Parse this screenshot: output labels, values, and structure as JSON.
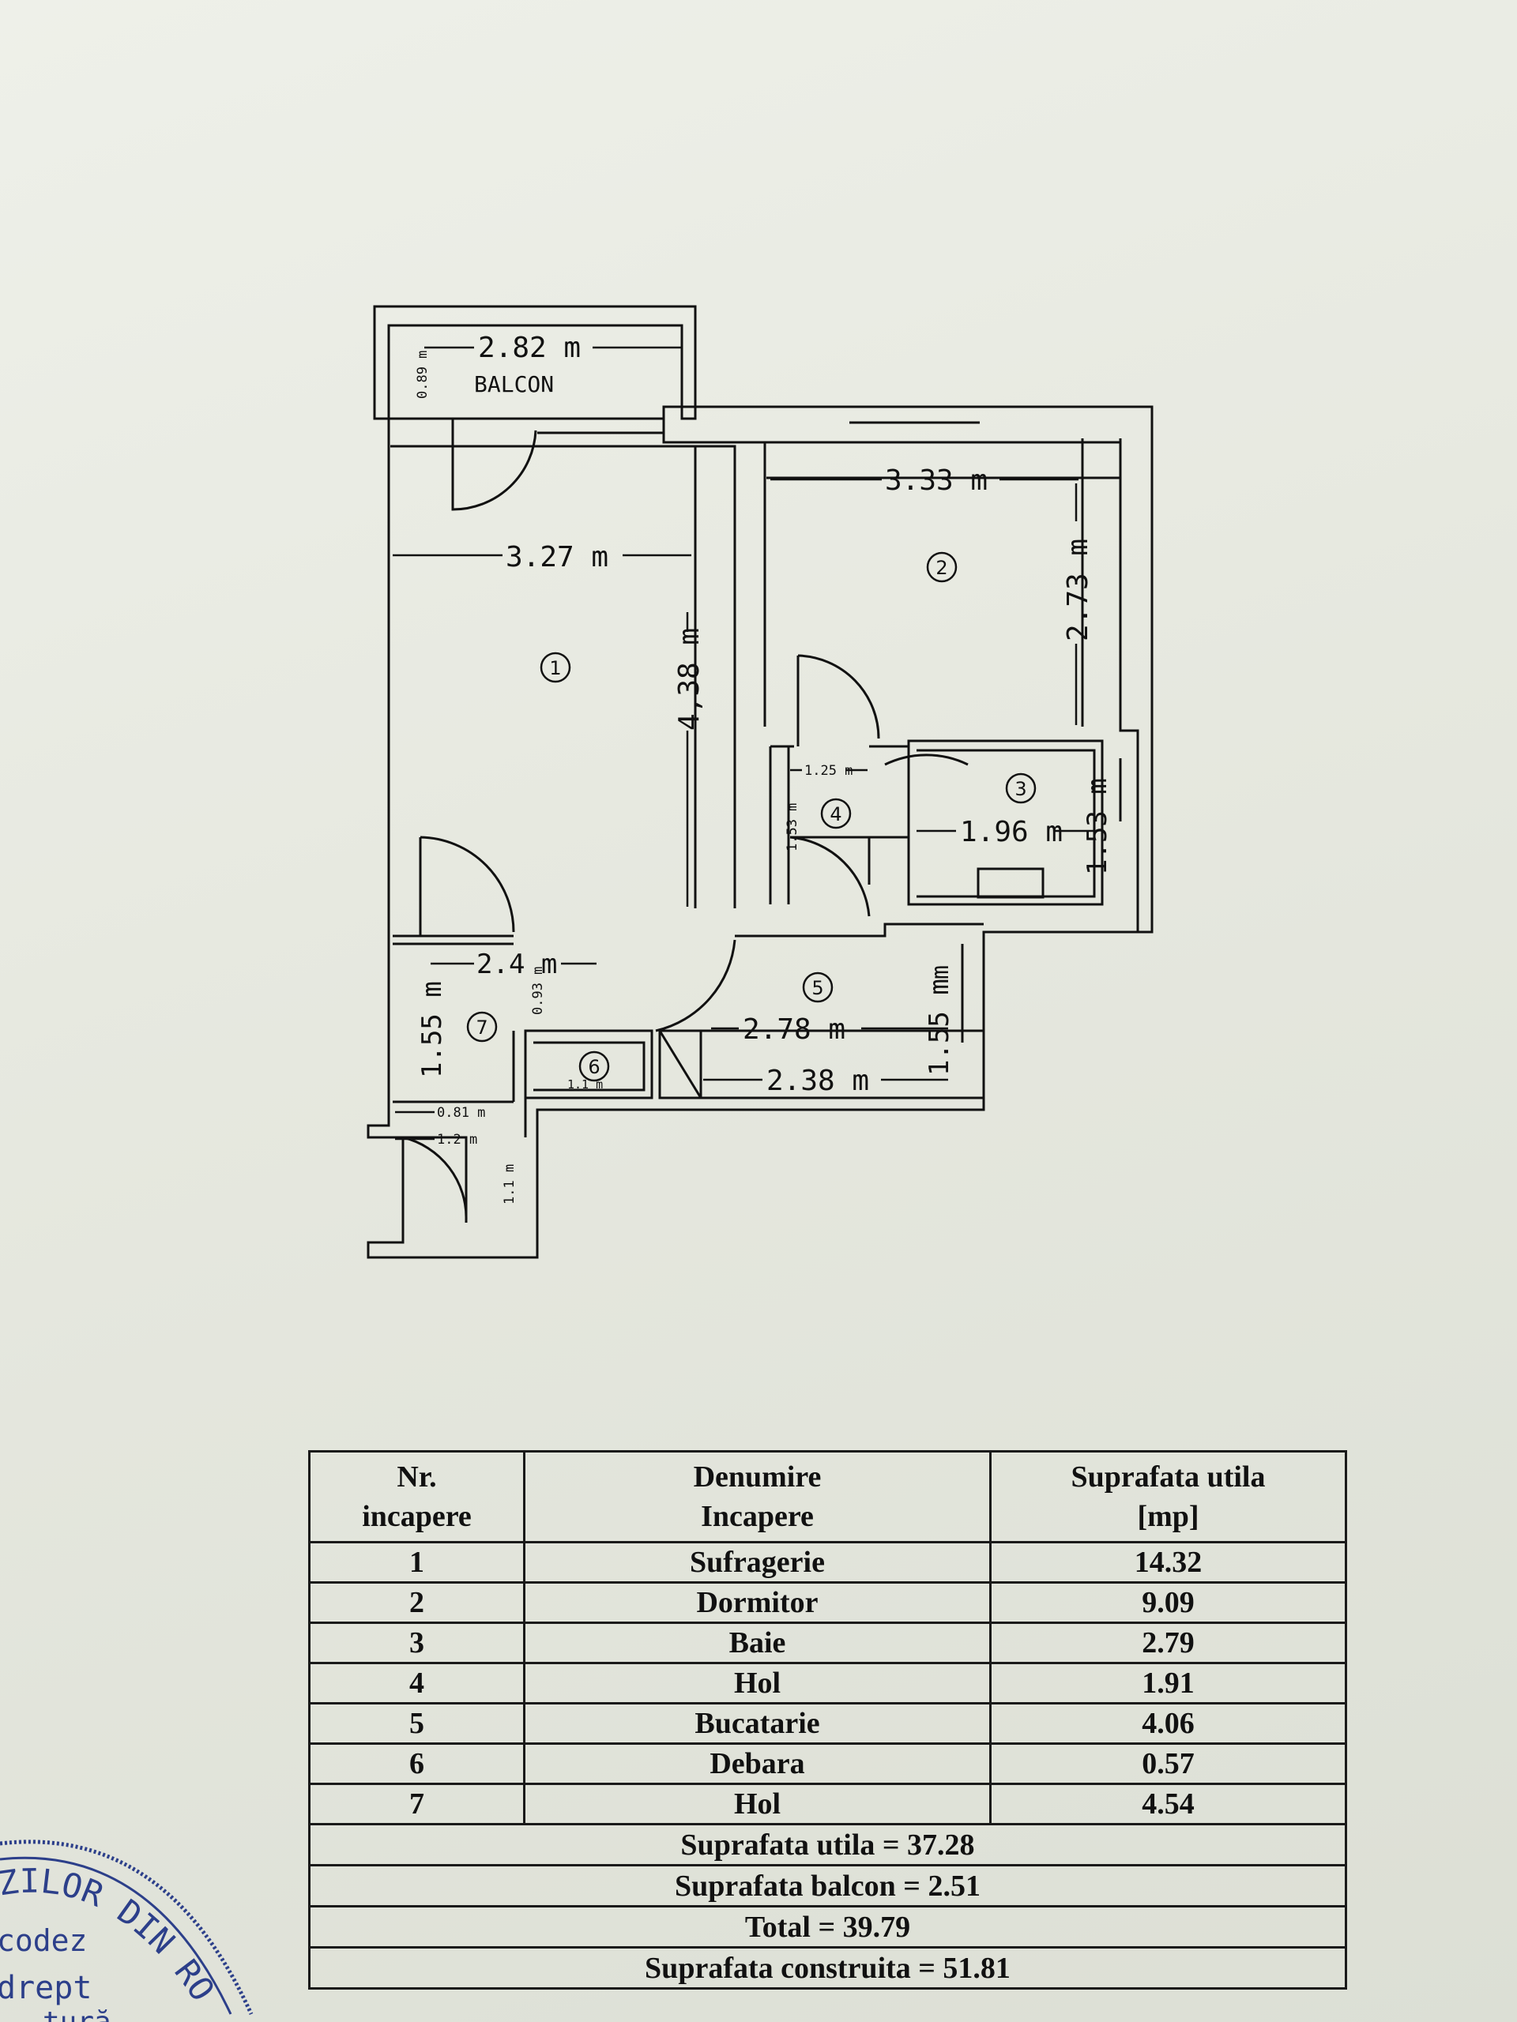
{
  "plan": {
    "balcony_label": "BALCON",
    "dimensions": {
      "balcony_width": "2.82 m",
      "balcony_depth": "0.89 m",
      "room1_width": "3.27 m",
      "room1_length": "4,38 m",
      "room2_width": "3.33 m",
      "room2_length": "2.73 m",
      "room3_width": "1.96 m",
      "room3_length": "1.53 m",
      "room4_width": "1.25 m",
      "room4_length": "1.53 m",
      "room5_width_top": "2.78 m",
      "room5_width_bottom": "2.38 m",
      "room5_length_top": "m",
      "room5_length": "1.55 m",
      "room6_width": "1.1 m",
      "room7_width": "2.4 m",
      "room7_length": "1.55 m",
      "room7_small": "0.93 m",
      "entry_081": "0.81 m",
      "entry_12": "1.2 m",
      "entry_11": "1.1 m"
    },
    "room_numbers": [
      "1",
      "2",
      "3",
      "4",
      "5",
      "6",
      "7"
    ]
  },
  "table": {
    "headers": {
      "nr": [
        "Nr.",
        "incapere"
      ],
      "name": [
        "Denumire",
        "Incapere"
      ],
      "area": [
        "Suprafata utila",
        "[mp]"
      ]
    },
    "rows": [
      {
        "nr": "1",
        "name": "Sufragerie",
        "area": "14.32"
      },
      {
        "nr": "2",
        "name": "Dormitor",
        "area": "9.09"
      },
      {
        "nr": "3",
        "name": "Baie",
        "area": "2.79"
      },
      {
        "nr": "4",
        "name": "Hol",
        "area": "1.91"
      },
      {
        "nr": "5",
        "name": "Bucatarie",
        "area": "4.06"
      },
      {
        "nr": "6",
        "name": "Debara",
        "area": "0.57"
      },
      {
        "nr": "7",
        "name": "Hol",
        "area": "4.54"
      }
    ],
    "totals": [
      "Suprafata utila  = 37.28",
      "Suprafata balcon = 2.51",
      "Total = 39.79",
      "Suprafata construita = 51.81"
    ]
  },
  "stamp": {
    "line1": "ZILOR DIN RO",
    "line2": "codez",
    "line3": "drept",
    "line4": "tură"
  },
  "colors": {
    "ink": "#111111",
    "paper": "#e9ebe3",
    "stamp": "#2c3f8a"
  }
}
